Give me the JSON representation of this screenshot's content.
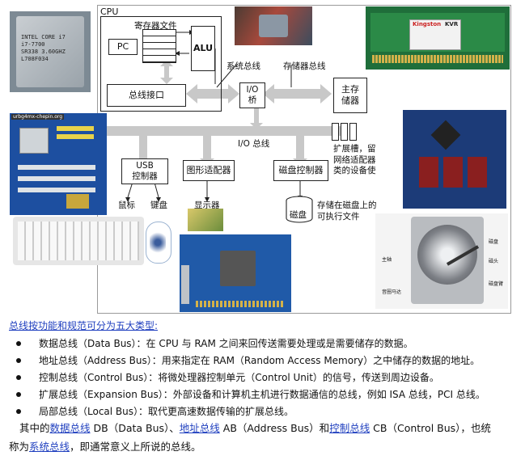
{
  "diagram": {
    "cpu_label": "CPU",
    "register_file": "寄存器文件",
    "pc": "PC",
    "alu": "ALU",
    "bus_interface": "总线接口",
    "system_bus": "系统总线",
    "memory_bus": "存储器总线",
    "io_bridge": "I/O\n桥",
    "main_memory": "主存\n储器",
    "io_bus": "I/O 总线",
    "usb_controller": "USB\n控制器",
    "graphics_adapter": "图形适配器",
    "disk_controller": "磁盘控制器",
    "mouse": "鼠标",
    "keyboard": "键盘",
    "display": "显示器",
    "disk": "磁盘",
    "disk_note": "存储在磁盘上的\n可执行文件",
    "expansion_note": "扩展槽，留\n网络适配器\n类的设备使",
    "cpu_chip_text": "INTEL CORE i7\ni7-7700\nSR338 3.60GHZ\nL708F034",
    "ram_brand": "Kingston",
    "ram_label": "KVR",
    "motherboard_tag": "urbg4mx-chepin.org",
    "hdd_labels": [
      "磁盘",
      "磁头",
      "磁盘臂",
      "主轴",
      "音圈马达"
    ]
  },
  "text": {
    "heading": "总线按功能和规范可分为五大类型:",
    "bullets": [
      "数据总线（Data Bus）：在 CPU 与 RAM 之间来回传送需要处理或是需要储存的数据。",
      "地址总线（Address Bus）：用来指定在 RAM（Random Access Memory）之中储存的数据的地址。",
      "控制总线（Control Bus）：将微处理器控制单元（Control Unit）的信号，传送到周边设备。",
      "扩展总线（Expansion Bus）：外部设备和计算机主机进行数据通信的总线，例如 ISA 总线，PCI 总线。",
      "局部总线（Local Bus）：取代更高速数据传输的扩展总线。"
    ],
    "para1_prefix": "其中的",
    "link_data_bus": "数据总线",
    "para1_mid1": " DB（Data Bus）、",
    "link_address_bus": "地址总线",
    "para1_mid2": " AB（Address Bus）和",
    "link_control_bus": "控制总线",
    "para1_suffix": " CB（Control Bus），也统",
    "para2_prefix": "称为",
    "link_system_bus": "系统总线",
    "para2_suffix": "，即通常意义上所说的总线。"
  }
}
